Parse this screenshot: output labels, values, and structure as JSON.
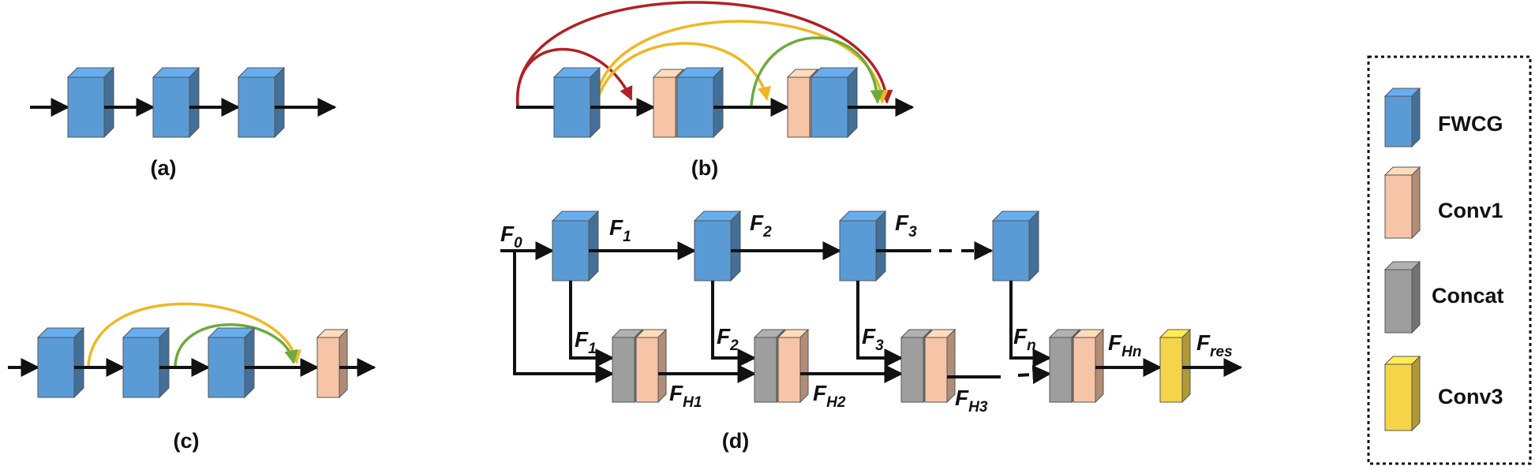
{
  "colors": {
    "fwcg": "#5b9bd5",
    "conv1": "#f6c4a6",
    "concat": "#9e9e9e",
    "conv3": "#f6d44a",
    "arrow_red": "#b22025",
    "arrow_yellow": "#f0b722",
    "arrow_green": "#6cab3f"
  },
  "panels": {
    "a": {
      "caption": "(a)"
    },
    "b": {
      "caption": "(b)"
    },
    "c": {
      "caption": "(c)"
    },
    "d": {
      "caption": "(d)"
    }
  },
  "legend": {
    "items": [
      {
        "label": "FWCG",
        "type": "fwcg"
      },
      {
        "label": "Conv1",
        "type": "conv1"
      },
      {
        "label": "Concat",
        "type": "concat"
      },
      {
        "label": "Conv3",
        "type": "conv3"
      }
    ]
  },
  "panel_d_labels": {
    "f0": {
      "base": "F",
      "sub": "0"
    },
    "f1": {
      "base": "F",
      "sub": "1"
    },
    "f2": {
      "base": "F",
      "sub": "2"
    },
    "f3": {
      "base": "F",
      "sub": "3"
    },
    "f1b": {
      "base": "F",
      "sub": "1"
    },
    "f2b": {
      "base": "F",
      "sub": "2"
    },
    "f3b": {
      "base": "F",
      "sub": "3"
    },
    "fn": {
      "base": "F",
      "sub": "n"
    },
    "fh1": {
      "base": "F",
      "sub": "H1"
    },
    "fh2": {
      "base": "F",
      "sub": "H2"
    },
    "fh3": {
      "base": "F",
      "sub": "H3"
    },
    "fhn": {
      "base": "F",
      "sub": "Hn"
    },
    "fres": {
      "base": "F",
      "sub": "res"
    }
  }
}
